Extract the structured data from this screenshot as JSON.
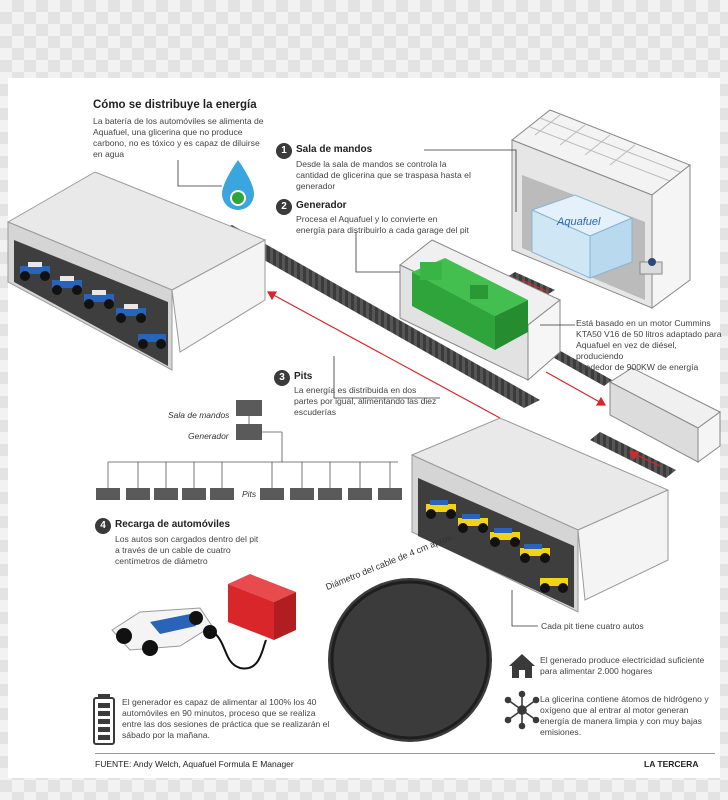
{
  "title": "Cómo se distribuye la energía",
  "intro": "La batería de los automóviles se alimenta de\nAquafuel, una glicerina que no produce\ncarbono, no es tóxico y es capaz de diluirse\nen agua",
  "steps": [
    {
      "num": "1",
      "title": "Sala de mandos",
      "text": "Desde la sala de mandos se controla la\ncantidad de glicerina que se traspasa hasta el\ngenerador"
    },
    {
      "num": "2",
      "title": "Generador",
      "text": "Procesa el Aquafuel y lo convierte en\nenergía para distribuirlo a cada garage del pit"
    },
    {
      "num": "3",
      "title": "Pits",
      "text": "La energía es distribuida en dos\npartes por igual, alimentando las diez\nescuderías"
    },
    {
      "num": "4",
      "title": "Recarga de automóviles",
      "text": "Los autos son cargados dentro del pit\na través de un cable de cuatro\ncentímetros de diámetro"
    }
  ],
  "tank_label": "Aquafuel",
  "engine_note": "Está basado en un motor Cummins\nKTA50 V16 de 50 litros adaptado para\nAquafuel en vez de diésel, produciendo\nalrededor de 900KW de energía",
  "schematic": {
    "sala": "Sala de mandos",
    "generador": "Generador",
    "pits": "Pits"
  },
  "cable_label": "Diámetro del cable de 4 cm aprox.",
  "pit_note": "Cada pit tiene cuatro autos",
  "home_note": "El generado produce electricidad suficiente\npara alimentar 2.000 hogares",
  "glycerin_note": "La glicerina contiene átomos de hidrógeno y\noxígeno que al entrar al motor generan\nenergía de manera limpia y con muy bajas\nemisiones.",
  "battery_note": "El generador es capaz de alimentar al 100% los 40\nautomóviles en 90 minutos, proceso que se realiza\nentre las dos sesiones de práctica que se realizarán el\nsábado por la mañana.",
  "source": "FUENTE: Andy Welch, Aquafuel Formula E Manager",
  "brand": "LA TERCERA",
  "colors": {
    "generator": "#2fa43a",
    "tank": "#cfe6f5",
    "charger": "#d9262b",
    "car_blue": "#2a64b8",
    "car_yellow": "#f3d21a",
    "drop": "#3aa5df"
  }
}
